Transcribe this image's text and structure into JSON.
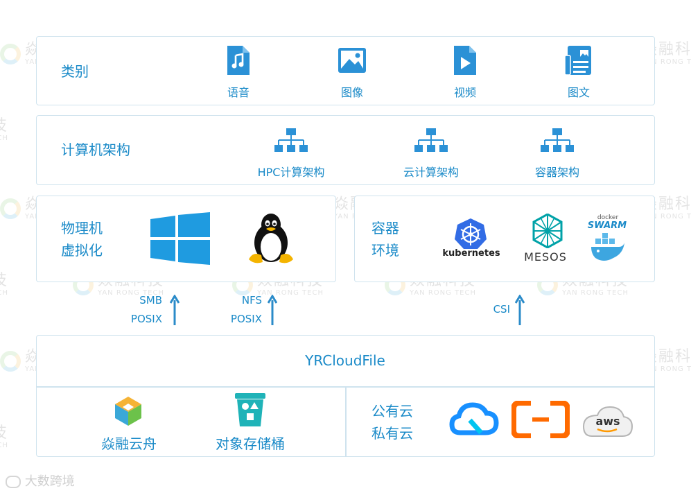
{
  "rows": {
    "category": {
      "title": "类别",
      "items": [
        {
          "label": "语音",
          "icon": "audio-file-icon"
        },
        {
          "label": "图像",
          "icon": "image-icon"
        },
        {
          "label": "视频",
          "icon": "video-file-icon"
        },
        {
          "label": "图文",
          "icon": "document-image-icon"
        }
      ]
    },
    "compute": {
      "title": "计算机架构",
      "items": [
        {
          "label": "HPC计算架构",
          "icon": "hierarchy-icon"
        },
        {
          "label": "云计算架构",
          "icon": "hierarchy-icon"
        },
        {
          "label": "容器架构",
          "icon": "hierarchy-icon"
        }
      ]
    },
    "physical": {
      "title_line1": "物理机",
      "title_line2": "虚拟化",
      "logos": [
        "windows-logo",
        "linux-tux-logo"
      ]
    },
    "container": {
      "title_line1": "容器",
      "title_line2": "环境",
      "logos": {
        "kubernetes": "kubernetes",
        "mesos": "MESOS",
        "swarm_small": "docker",
        "swarm": "SWARM"
      }
    }
  },
  "connectors": [
    {
      "line1": "SMB",
      "line2": "POSIX"
    },
    {
      "line1": "NFS",
      "line2": "POSIX"
    },
    {
      "line1": "CSI",
      "line2": ""
    }
  ],
  "storage": {
    "title": "YRCloudFile",
    "left_items": [
      {
        "label": "焱融云舟",
        "icon": "yanrong-cube-logo"
      },
      {
        "label": "对象存储桶",
        "icon": "bucket-icon"
      }
    ],
    "cloud": {
      "title_line1": "公有云",
      "title_line2": "私有云",
      "logos": {
        "aws": "aws"
      }
    }
  },
  "watermark": {
    "cn": "焱融科技",
    "en": "YAN RONG TECH"
  },
  "footer": {
    "text": "大数跨境"
  },
  "colors": {
    "primary": "#1a8ac8",
    "icon_blue": "#2b91d6",
    "border": "#cfe3ee",
    "arrow": "#2b8bc9"
  }
}
